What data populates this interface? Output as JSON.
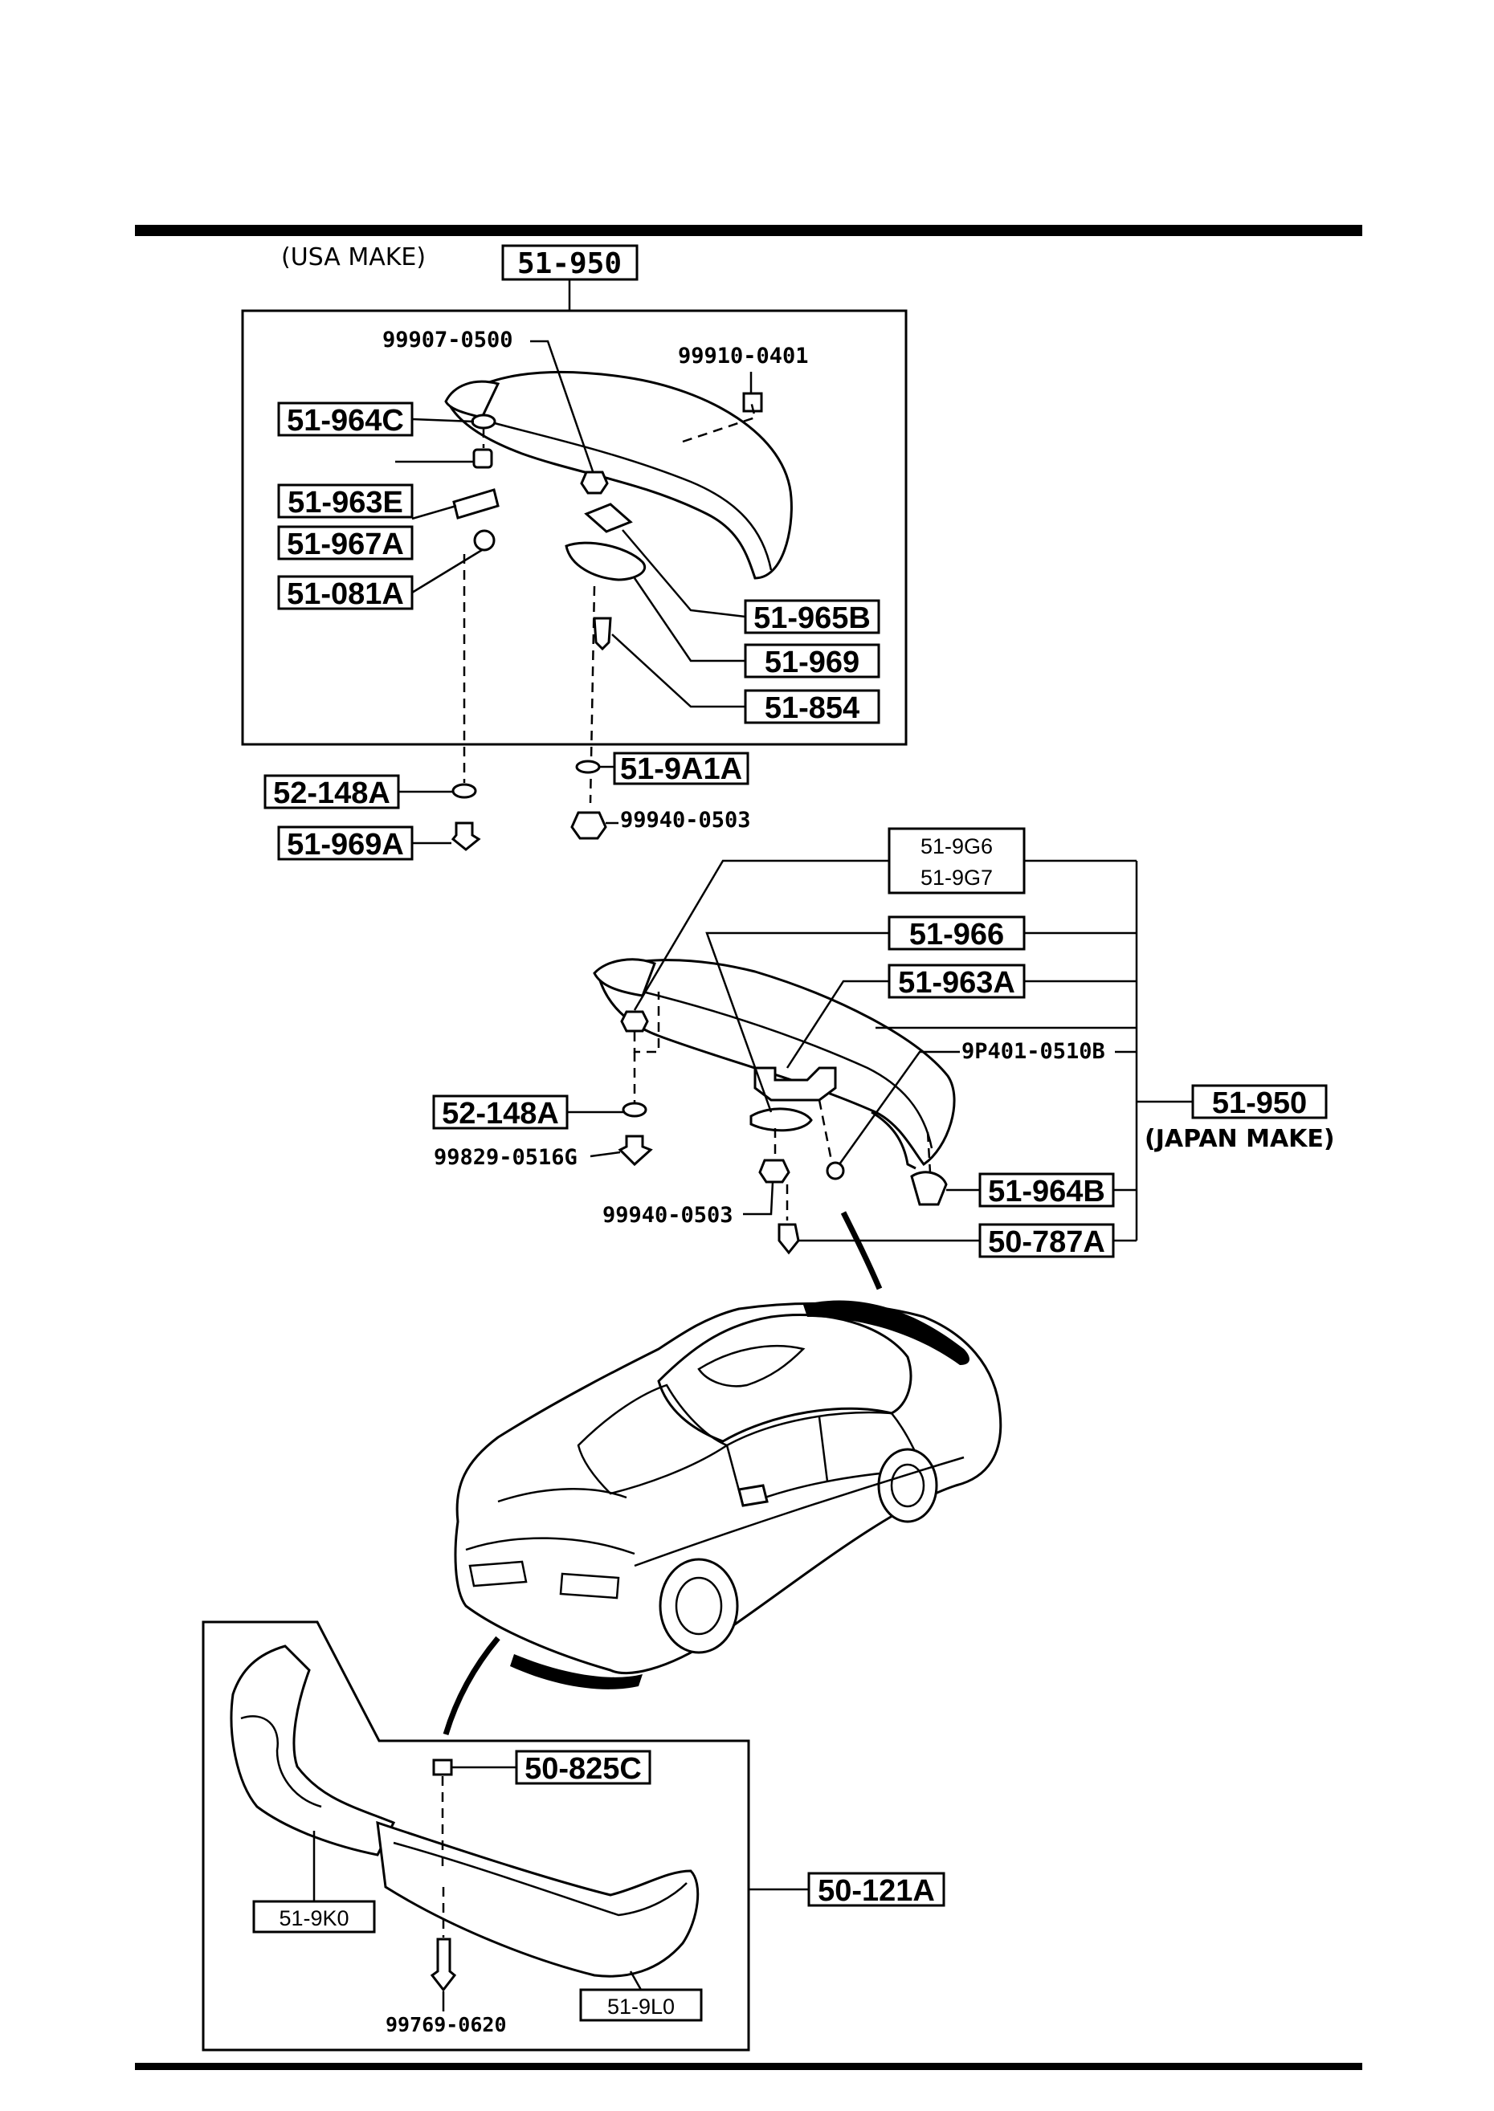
{
  "usa_section": {
    "title": "(USA MAKE)",
    "assembly_part": "51-950",
    "parts": {
      "nut_a": "99907-0500",
      "clip_a": "99910-0401",
      "boxed_964c": "51-964C",
      "boxed_963e": "51-963E",
      "boxed_967a": "51-967A",
      "boxed_081a": "51-081A",
      "boxed_965b": "51-965B",
      "boxed_969": "51-969",
      "boxed_854": "51-854",
      "boxed_9a1a": "51-9A1A",
      "nut_b": "99940-0503",
      "boxed_148a": "52-148A",
      "boxed_969a": "51-969A"
    }
  },
  "japan_section": {
    "title": "(JAPAN MAKE)",
    "assembly_part": "51-950",
    "parts": {
      "boxed_9g6": "51-9G6",
      "boxed_9g7": "51-9G7",
      "boxed_966": "51-966",
      "boxed_963a": "51-963A",
      "bolt_a": "9P401-0510B",
      "boxed_148a": "52-148A",
      "bolt_b": "99829-0516G",
      "nut_c": "99940-0503",
      "boxed_964b": "51-964B",
      "boxed_787a": "50-787A"
    }
  },
  "bumper_section": {
    "parts": {
      "boxed_825c": "50-825C",
      "boxed_121a": "50-121A",
      "boxed_9k0": "51-9K0",
      "boxed_9l0": "51-9L0",
      "screw": "99769-0620"
    }
  }
}
